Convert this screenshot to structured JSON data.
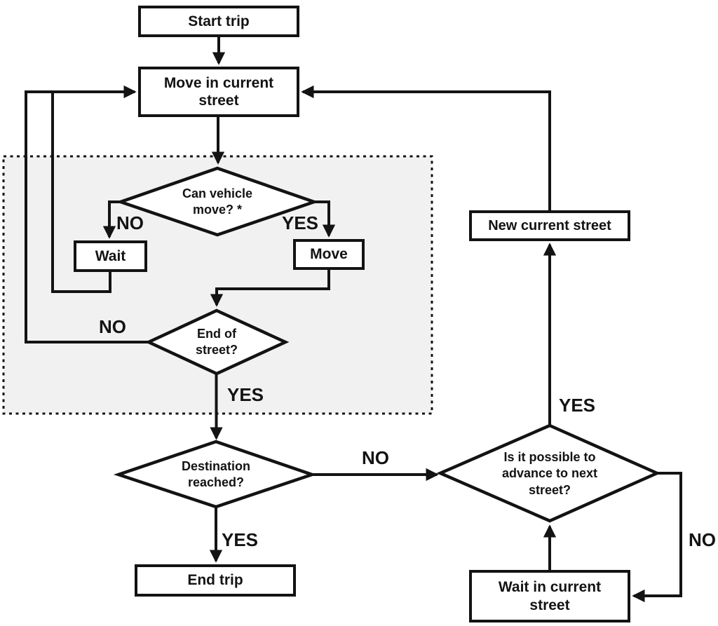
{
  "diagram": {
    "type": "flowchart",
    "nodes": {
      "start_trip": {
        "label": "Start trip",
        "shape": "process"
      },
      "move_in_current_street": {
        "label": "Move in current street",
        "shape": "process"
      },
      "can_vehicle_move": {
        "label": "Can vehicle move? *",
        "shape": "decision"
      },
      "wait": {
        "label": "Wait",
        "shape": "process"
      },
      "move": {
        "label": "Move",
        "shape": "process"
      },
      "end_of_street": {
        "label": "End of street?",
        "shape": "decision"
      },
      "destination_reached": {
        "label": "Destination reached?",
        "shape": "decision"
      },
      "end_trip": {
        "label": "End trip",
        "shape": "process"
      },
      "advance_next_street": {
        "label": "Is it possible to advance to next street?",
        "shape": "decision"
      },
      "new_current_street": {
        "label": "New current street",
        "shape": "process"
      },
      "wait_in_current_street": {
        "label": "Wait in current street",
        "shape": "process"
      }
    },
    "labels": {
      "can_move_no": "NO",
      "can_move_yes": "YES",
      "end_of_street_no": "NO",
      "end_of_street_yes": "YES",
      "destination_no": "NO",
      "destination_yes": "YES",
      "advance_yes": "YES",
      "advance_no": "NO"
    },
    "edges": [
      {
        "from": "start_trip",
        "to": "move_in_current_street",
        "label": ""
      },
      {
        "from": "move_in_current_street",
        "to": "can_vehicle_move",
        "label": ""
      },
      {
        "from": "can_vehicle_move",
        "to": "wait",
        "label": "NO"
      },
      {
        "from": "can_vehicle_move",
        "to": "move",
        "label": "YES"
      },
      {
        "from": "wait",
        "to": "move_in_current_street",
        "label": ""
      },
      {
        "from": "move",
        "to": "end_of_street",
        "label": ""
      },
      {
        "from": "end_of_street",
        "to": "move_in_current_street",
        "label": "NO"
      },
      {
        "from": "end_of_street",
        "to": "destination_reached",
        "label": "YES"
      },
      {
        "from": "destination_reached",
        "to": "end_trip",
        "label": "YES"
      },
      {
        "from": "destination_reached",
        "to": "advance_next_street",
        "label": "NO"
      },
      {
        "from": "advance_next_street",
        "to": "new_current_street",
        "label": "YES"
      },
      {
        "from": "advance_next_street",
        "to": "wait_in_current_street",
        "label": "NO"
      },
      {
        "from": "new_current_street",
        "to": "move_in_current_street",
        "label": ""
      },
      {
        "from": "wait_in_current_street",
        "to": "advance_next_street",
        "label": ""
      }
    ],
    "region": {
      "description": "dotted-border gray region enclosing in-street movement loop",
      "contains": [
        "can_vehicle_move",
        "wait",
        "move",
        "end_of_street"
      ]
    },
    "colors": {
      "line": "#131313",
      "node_fill": "#ffffff",
      "region_fill": "#f1f1f1",
      "background": "#ffffff"
    }
  }
}
